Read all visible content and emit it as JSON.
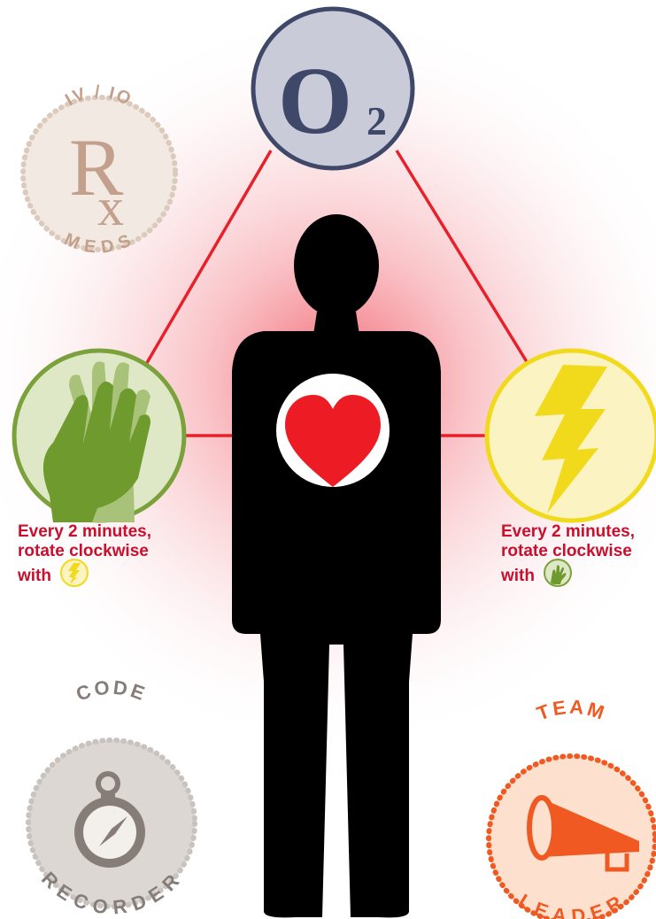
{
  "oxygen": {
    "letter": "O",
    "subscript": "2"
  },
  "meds": {
    "top_label": "IV / IO",
    "bottom_label": "MEDS",
    "symbol_r": "R",
    "symbol_x": "x"
  },
  "compressions_note": {
    "line1": "Every 2 minutes,",
    "line2": "rotate clockwise",
    "line3": "with",
    "icon": "lightning-bolt-icon"
  },
  "defib_note": {
    "line1": "Every 2 minutes,",
    "line2": "rotate clockwise",
    "line3": "with",
    "icon": "cpr-hands-icon"
  },
  "recorder": {
    "top_label": "CODE",
    "bottom_label": "RECORDER",
    "icon": "stopwatch-icon"
  },
  "leader": {
    "top_label": "TEAM",
    "bottom_label": "LEADER",
    "icon": "megaphone-icon"
  },
  "colors": {
    "line": "#e8202a",
    "oxygen_fill": "#c9cbd9",
    "oxygen_stroke": "#3f4868",
    "cpr_fill": "#dfe8c6",
    "cpr_stroke": "#7ba13b",
    "defib_fill": "#fbf3c2",
    "defib_stroke": "#f1d91c",
    "meds_fill": "#f1e9e2",
    "meds_dots": "#dccbbd",
    "meds_text": "#c3a08b",
    "recorder_fill": "#dcd7d3",
    "recorder_text": "#867d78",
    "leader_fill": "#fde0ce",
    "leader_text": "#f05a22",
    "heart": "#ed1c24",
    "body": "#000000"
  }
}
